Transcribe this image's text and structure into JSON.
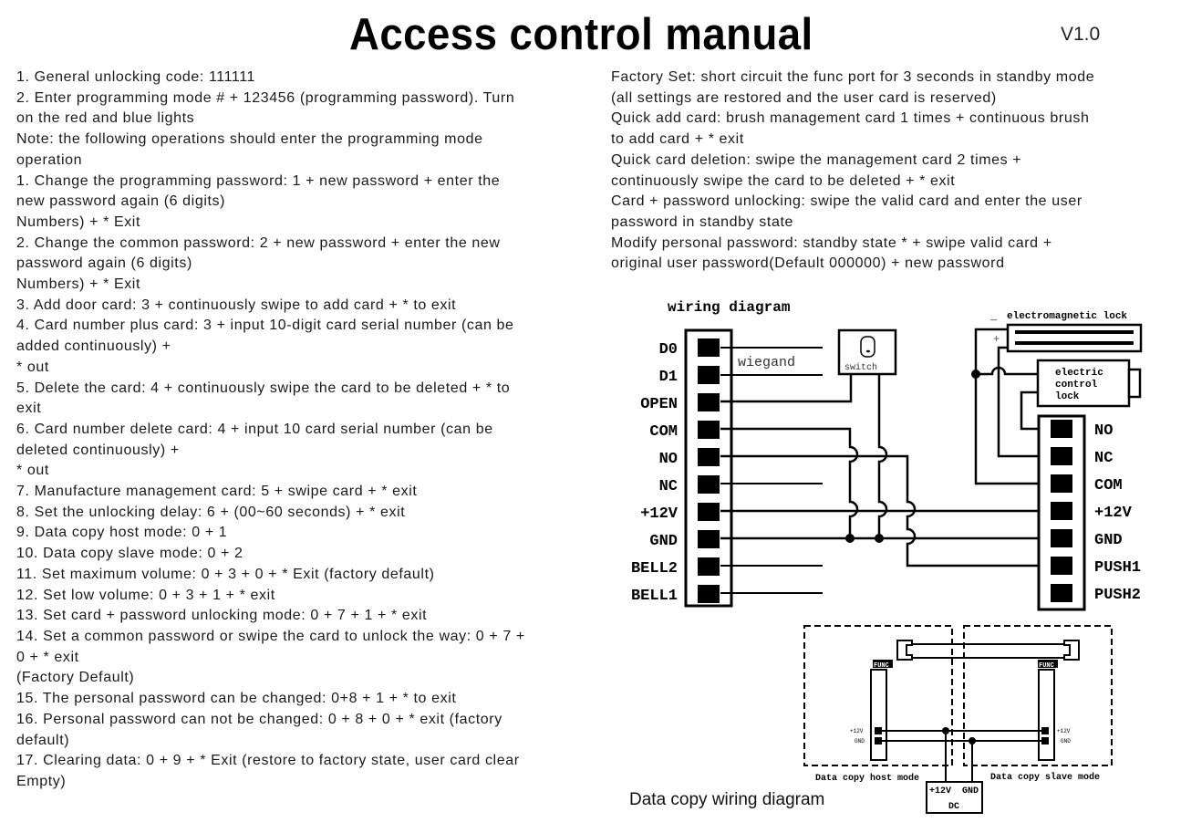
{
  "header": {
    "title": "Access control manual",
    "version": "V1.0"
  },
  "left_column": {
    "lines": [
      "1. General unlocking code: 111111",
      "2. Enter programming mode # + 123456 (programming password). Turn",
      "on the red and blue lights",
      "Note: the following operations should enter the programming mode",
      "operation",
      "1. Change the programming password: 1 + new password + enter the",
      "new password again (6 digits)",
      "Numbers) + * Exit",
      "2. Change the common password: 2 + new password + enter the new",
      "password again (6 digits)",
      "Numbers) + * Exit",
      "3. Add door card: 3 + continuously swipe to add card + * to exit",
      "4. Card number plus card: 3 + input 10-digit card serial number (can be",
      "added continuously) +",
      "* out",
      "5. Delete the card: 4 + continuously swipe the card to be deleted + * to",
      "exit",
      "6. Card number delete card: 4 + input 10 card serial number (can be",
      "deleted continuously) +",
      "* out",
      "7. Manufacture management card: 5 + swipe card + * exit",
      "8. Set the unlocking delay: 6 + (00~60 seconds) + * exit",
      "9. Data copy host mode: 0 + 1",
      "10. Data copy slave mode: 0 + 2",
      "11. Set maximum volume: 0 + 3 + 0 + * Exit (factory default)",
      "12. Set low volume: 0 + 3 + 1 + * exit",
      "13. Set card + password unlocking mode: 0 + 7 + 1 + * exit",
      "14. Set a common password or swipe the card to unlock the way: 0 + 7 +",
      "0 + * exit",
      "(Factory Default)",
      "15. The personal password can be changed: 0+8 + 1 + * to exit",
      "16. Personal password can not be changed: 0 + 8 + 0 + * exit (factory",
      "default)",
      "17. Clearing data: 0 + 9 + * Exit (restore to factory state, user card clear",
      "Empty)"
    ]
  },
  "right_column": {
    "lines": [
      "Factory Set: short circuit the func port for 3 seconds in standby mode",
      "(all settings are restored and the user card is reserved)",
      "Quick add card: brush management card 1 times + continuous brush",
      "to add card + * exit",
      "Quick card deletion: swipe the management card 2 times +",
      "continuously swipe the card to be deleted + * exit",
      "Card + password unlocking: swipe the valid card and enter the user",
      "password in standby state",
      "Modify personal password: standby state * + swipe valid card +",
      "original user password(Default 000000) + new password"
    ]
  },
  "wiring_diagram": {
    "title": "wiring diagram",
    "left_terminals": [
      "D0",
      "D1",
      "OPEN",
      "COM",
      "NO",
      "NC",
      "+12V",
      "GND",
      "BELL2",
      "BELL1"
    ],
    "right_terminals": [
      "NO",
      "NC",
      "COM",
      "+12V",
      "GND",
      "PUSH1",
      "PUSH2"
    ],
    "wiegand_label": "wiegand",
    "switch_label": "switch",
    "em_lock_label": "electromagnetic lock",
    "em_lock_minus": "_",
    "em_lock_plus": "+",
    "electric_lock_lines": [
      "electric",
      "control",
      "lock"
    ]
  },
  "data_copy_diagram": {
    "caption": "Data copy wiring diagram",
    "host_label": "Data copy host mode",
    "slave_label": "Data copy slave mode",
    "func_label": "FUNC",
    "pin_12v": "+12V",
    "pin_gnd": "GND",
    "dc_12v": "+12V",
    "dc_gnd": "GND",
    "dc_label": "DC"
  }
}
